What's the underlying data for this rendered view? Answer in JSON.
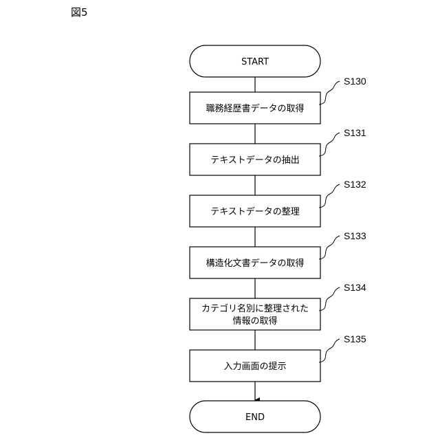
{
  "figure_label": "図5",
  "start": "START",
  "end": "END",
  "steps": [
    {
      "id": "S130",
      "lines": [
        "職務経歴書データの取得"
      ]
    },
    {
      "id": "S131",
      "lines": [
        "テキストデータの抽出"
      ]
    },
    {
      "id": "S132",
      "lines": [
        "テキストデータの整理"
      ]
    },
    {
      "id": "S133",
      "lines": [
        "構造化文書データの取得"
      ]
    },
    {
      "id": "S134",
      "lines": [
        "カテゴリ名別に整理された",
        "情報の取得"
      ]
    },
    {
      "id": "S135",
      "lines": [
        "入力画面の提示"
      ]
    }
  ]
}
